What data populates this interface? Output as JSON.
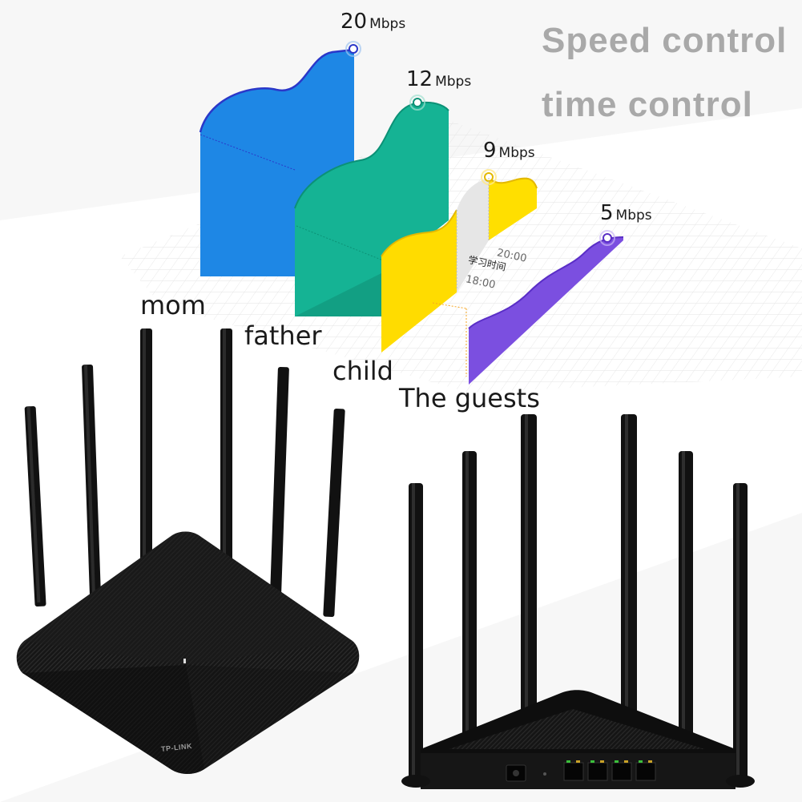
{
  "headline": {
    "line1": "Speed control",
    "line2": "time control"
  },
  "users": [
    {
      "name": "mom",
      "speed": "20",
      "unit": "Mbps",
      "color": "#1e87e5"
    },
    {
      "name": "father",
      "speed": "12",
      "unit": "Mbps",
      "color": "#15b394"
    },
    {
      "name": "child",
      "speed": "9",
      "unit": "Mbps",
      "color": "#ffdf00"
    },
    {
      "name": "The guests",
      "speed": "5",
      "unit": "Mbps",
      "color": "#7b4fe0"
    }
  ],
  "schedule": {
    "start": "18:00",
    "end": "20:00",
    "label": "学习时间"
  },
  "router": {
    "brand": "TP-LINK"
  }
}
